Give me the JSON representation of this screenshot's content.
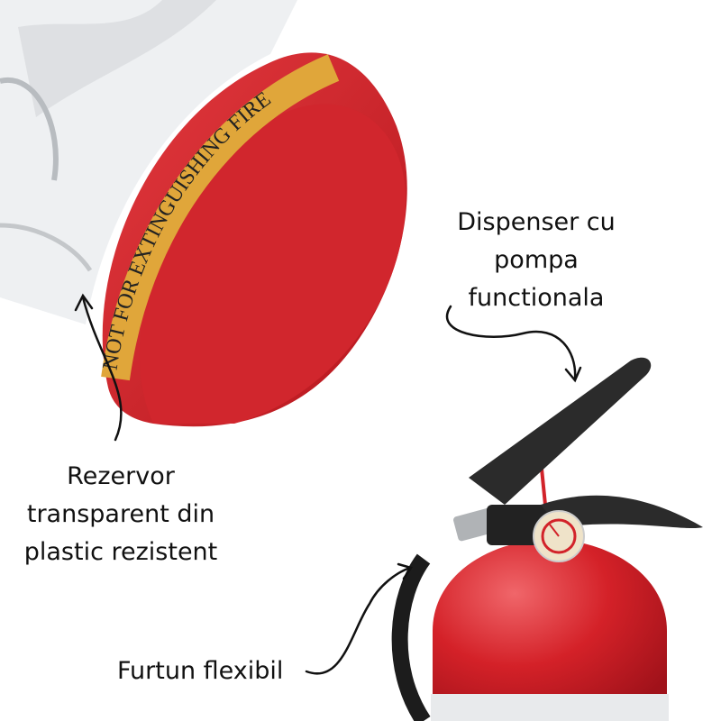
{
  "product_label": "NOT FOR EXTINGUISHING FIRE",
  "annotations": {
    "tank": [
      "Rezervor",
      "transparent din",
      "plastic rezistent"
    ],
    "pump": [
      "Dispenser cu",
      "pompa",
      "functionala"
    ],
    "hose": "Furtun flexibil"
  },
  "colors": {
    "red": "#d2232a",
    "label_band": "#e0a63a",
    "handle": "#2b2b2b"
  }
}
